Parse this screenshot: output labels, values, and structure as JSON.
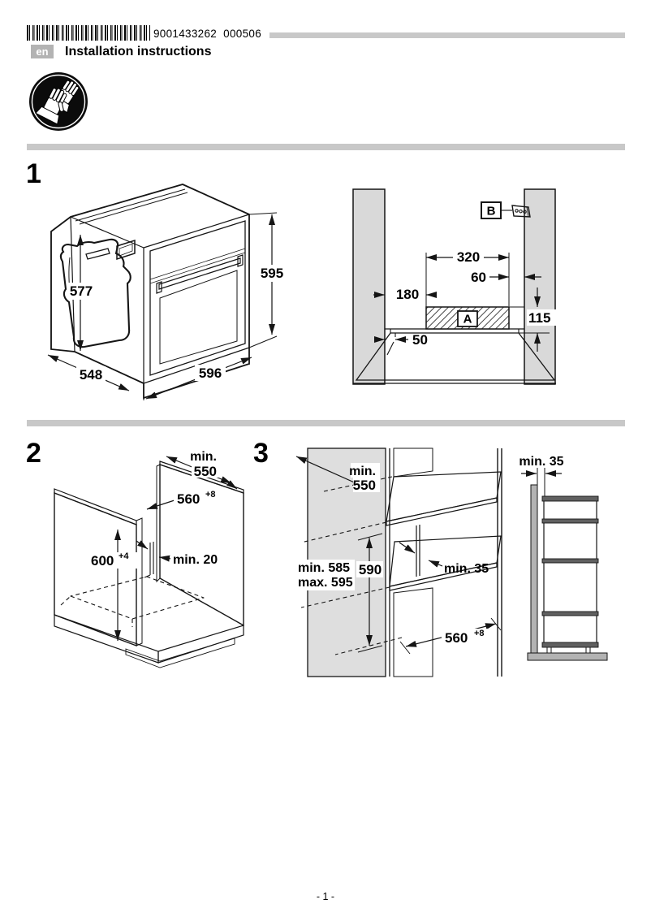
{
  "page": {
    "barcode_text": "9001433262  000506",
    "lang_badge": "en",
    "title": "Installation instructions",
    "footer": "- 1 -",
    "icons": {
      "safety": "wear-protective-gloves"
    },
    "colors": {
      "divider": "#c8c8c8",
      "furniture_panel": "#dedede",
      "niche_wall": "#d9d9d9",
      "oven_door": "#a9a9a9",
      "oven_window": "#c9c9c9",
      "dark_panel": "#a2a2a2",
      "shelf_section": "#606060",
      "badge": "#b3b3b3"
    }
  },
  "section1": {
    "number": "1",
    "oven": {
      "side_height": "577",
      "front_height": "595",
      "depth": "548",
      "width": "596"
    },
    "niche": {
      "area_label": "A",
      "terminal_label": "B",
      "cutout_width": "320",
      "right_gap": "60",
      "left_offset": "180",
      "right_height": "115",
      "front_gap": "50"
    }
  },
  "section2": {
    "number": "2",
    "dims": {
      "depth_prefix": "min.",
      "depth": "550",
      "width": "560",
      "width_tol": "+8",
      "height": "600",
      "height_tol": "+4",
      "rear_gap": "min. 20"
    }
  },
  "section3": {
    "number": "3",
    "front": {
      "depth_prefix": "min.",
      "depth": "550",
      "niche_min": "min. 585",
      "niche_max": "max. 595",
      "height": "590",
      "rear_vent": "min. 35",
      "width": "560",
      "width_tol": "+8"
    },
    "side": {
      "wall_gap": "min. 35"
    }
  }
}
